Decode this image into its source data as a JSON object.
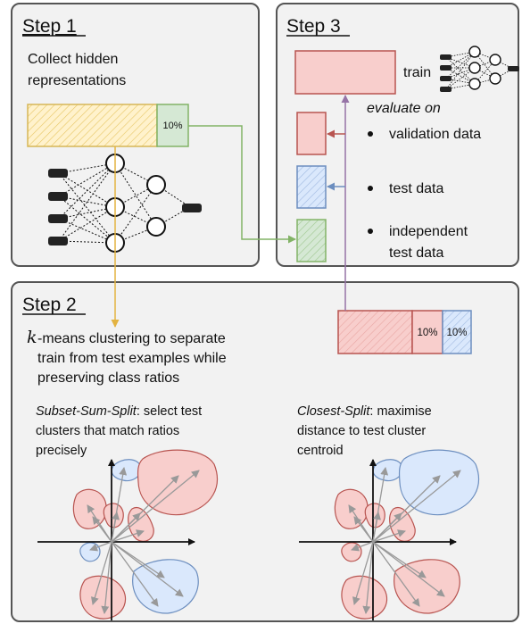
{
  "step1": {
    "title": "Step 1",
    "line1": "Collect hidden",
    "line2": "representations",
    "pct": "10%"
  },
  "step2": {
    "title": "Step 2",
    "k_symbol": "k",
    "line1": "-means clustering to separate",
    "line2": "train from test examples while",
    "line3": "preserving class ratios",
    "pct_a": "10%",
    "pct_b": "10%",
    "left": {
      "name": "Subset-Sum-Split",
      "rest1": ": select test",
      "line2": "clusters that match ratios",
      "line3": "precisely"
    },
    "right": {
      "name": "Closest-Split",
      "rest1": ": maximise",
      "line2": "distance to test cluster",
      "line3": "centroid"
    }
  },
  "step3": {
    "title": "Step 3",
    "train": "train",
    "evaluate_on": "evaluate on",
    "bullets": [
      "validation data",
      "test data",
      "independent",
      "test data"
    ]
  },
  "colors": {
    "panel_bg": "#f2f2f2",
    "panel_border": "#555555",
    "yellow_fill": "#fff2cc",
    "yellow_stroke": "#d6b656",
    "green_fill": "#d5e8d4",
    "green_stroke": "#82b366",
    "red_fill": "#f8cecc",
    "red_stroke": "#b85450",
    "blue_fill": "#dae8fc",
    "blue_stroke": "#6c8ebf",
    "purple": "#9673a6"
  }
}
